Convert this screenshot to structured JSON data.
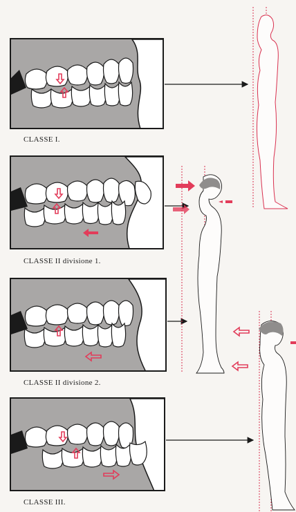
{
  "captions": {
    "class1": "CLASSE I.",
    "class2_div1": "CLASSE II divisione 1.",
    "class2_div2": "CLASSE II divisione 2.",
    "class3": "CLASSE III."
  },
  "colors": {
    "arrow_red": "#e23c5a",
    "gum_gray": "#a9a7a6",
    "outline": "#1a1a1a",
    "guide_line": "#d9304f"
  },
  "icons": [
    "red-hollow-arrow-icon",
    "red-striped-arrow-icon",
    "black-pointer-arrow-icon"
  ]
}
